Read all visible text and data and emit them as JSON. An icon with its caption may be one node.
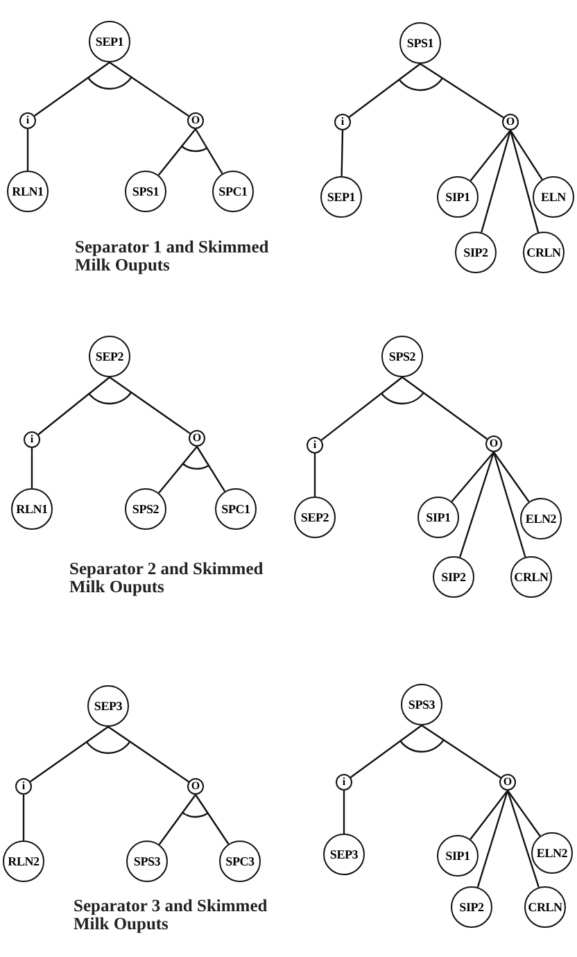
{
  "diagram": {
    "nodes": [
      {
        "text": [
          "SEP1"
        ]
      },
      {
        "text": [
          "i"
        ]
      },
      {
        "text": [
          "O"
        ]
      },
      {
        "text": [
          "RLN1"
        ]
      },
      {
        "text": [
          "SPS1"
        ]
      },
      {
        "text": [
          "SPC1"
        ]
      },
      {
        "text": [
          "SPS1"
        ]
      },
      {
        "text": [
          "i"
        ]
      },
      {
        "text": [
          "O"
        ]
      },
      {
        "text": [
          "SEP1"
        ]
      },
      {
        "text": [
          "SIP1"
        ]
      },
      {
        "text": [
          "ELN"
        ]
      },
      {
        "text": [
          "SIP2"
        ]
      },
      {
        "text": [
          "CRLN"
        ]
      },
      {
        "text": [
          "SEP2"
        ]
      },
      {
        "text": [
          "i"
        ]
      },
      {
        "text": [
          "O"
        ]
      },
      {
        "text": [
          "RLN1"
        ]
      },
      {
        "text": [
          "SPS2"
        ]
      },
      {
        "text": [
          "SPC1"
        ]
      },
      {
        "text": [
          "SPS2"
        ]
      },
      {
        "text": [
          "i"
        ]
      },
      {
        "text": [
          "O"
        ]
      },
      {
        "text": [
          "SEP2"
        ]
      },
      {
        "text": [
          "SIP1"
        ]
      },
      {
        "text": [
          "ELN2"
        ]
      },
      {
        "text": [
          "SIP2"
        ]
      },
      {
        "text": [
          "CRLN"
        ]
      },
      {
        "text": [
          "SEP3"
        ]
      },
      {
        "text": [
          "i"
        ]
      },
      {
        "text": [
          "O"
        ]
      },
      {
        "text": [
          "RLN2"
        ]
      },
      {
        "text": [
          "SPS3"
        ]
      },
      {
        "text": [
          "SPC3"
        ]
      },
      {
        "text": [
          "SPS3"
        ]
      },
      {
        "text": [
          "i"
        ]
      },
      {
        "text": [
          "O"
        ]
      },
      {
        "text": [
          "SEP3"
        ]
      },
      {
        "text": [
          "SIP1"
        ]
      },
      {
        "text": [
          "ELN2"
        ]
      },
      {
        "text": [
          "SIP2"
        ]
      },
      {
        "text": [
          "CRLN"
        ]
      }
    ],
    "edges": [
      {
        "from": 0,
        "to": 1,
        "arrow": "none"
      },
      {
        "from": 0,
        "to": 2,
        "arrow": "none"
      },
      {
        "from": 1,
        "to": 3,
        "arrow": "none"
      },
      {
        "from": 2,
        "to": 4,
        "arrow": "none"
      },
      {
        "from": 2,
        "to": 5,
        "arrow": "none"
      },
      {
        "from": 6,
        "to": 7,
        "arrow": "none"
      },
      {
        "from": 6,
        "to": 8,
        "arrow": "none"
      },
      {
        "from": 7,
        "to": 9,
        "arrow": "none"
      },
      {
        "from": 8,
        "to": 10,
        "arrow": "none"
      },
      {
        "from": 8,
        "to": 11,
        "arrow": "none"
      },
      {
        "from": 8,
        "to": 12,
        "arrow": "none"
      },
      {
        "from": 8,
        "to": 13,
        "arrow": "none"
      },
      {
        "from": 14,
        "to": 15,
        "arrow": "none"
      },
      {
        "from": 14,
        "to": 16,
        "arrow": "none"
      },
      {
        "from": 15,
        "to": 17,
        "arrow": "none"
      },
      {
        "from": 16,
        "to": 18,
        "arrow": "none"
      },
      {
        "from": 16,
        "to": 19,
        "arrow": "none"
      },
      {
        "from": 20,
        "to": 21,
        "arrow": "none"
      },
      {
        "from": 20,
        "to": 22,
        "arrow": "none"
      },
      {
        "from": 21,
        "to": 23,
        "arrow": "none"
      },
      {
        "from": 22,
        "to": 24,
        "arrow": "none"
      },
      {
        "from": 22,
        "to": 25,
        "arrow": "none"
      },
      {
        "from": 22,
        "to": 26,
        "arrow": "none"
      },
      {
        "from": 22,
        "to": 27,
        "arrow": "none"
      },
      {
        "from": 28,
        "to": 29,
        "arrow": "none"
      },
      {
        "from": 28,
        "to": 30,
        "arrow": "none"
      },
      {
        "from": 29,
        "to": 31,
        "arrow": "none"
      },
      {
        "from": 30,
        "to": 32,
        "arrow": "none"
      },
      {
        "from": 30,
        "to": 33,
        "arrow": "none"
      },
      {
        "from": 34,
        "to": 35,
        "arrow": "none"
      },
      {
        "from": 34,
        "to": 36,
        "arrow": "none"
      },
      {
        "from": 35,
        "to": 37,
        "arrow": "none"
      },
      {
        "from": 36,
        "to": 38,
        "arrow": "none"
      },
      {
        "from": 36,
        "to": 39,
        "arrow": "none"
      },
      {
        "from": 36,
        "to": 40,
        "arrow": "none"
      },
      {
        "from": 36,
        "to": 41,
        "arrow": "none"
      }
    ],
    "labels": [
      "Separator 1 and Skimmed Milk Ouputs",
      "Separator 2 and Skimmed Milk Ouputs",
      "Separator 3 and Skimmed Milk Ouputs"
    ]
  }
}
